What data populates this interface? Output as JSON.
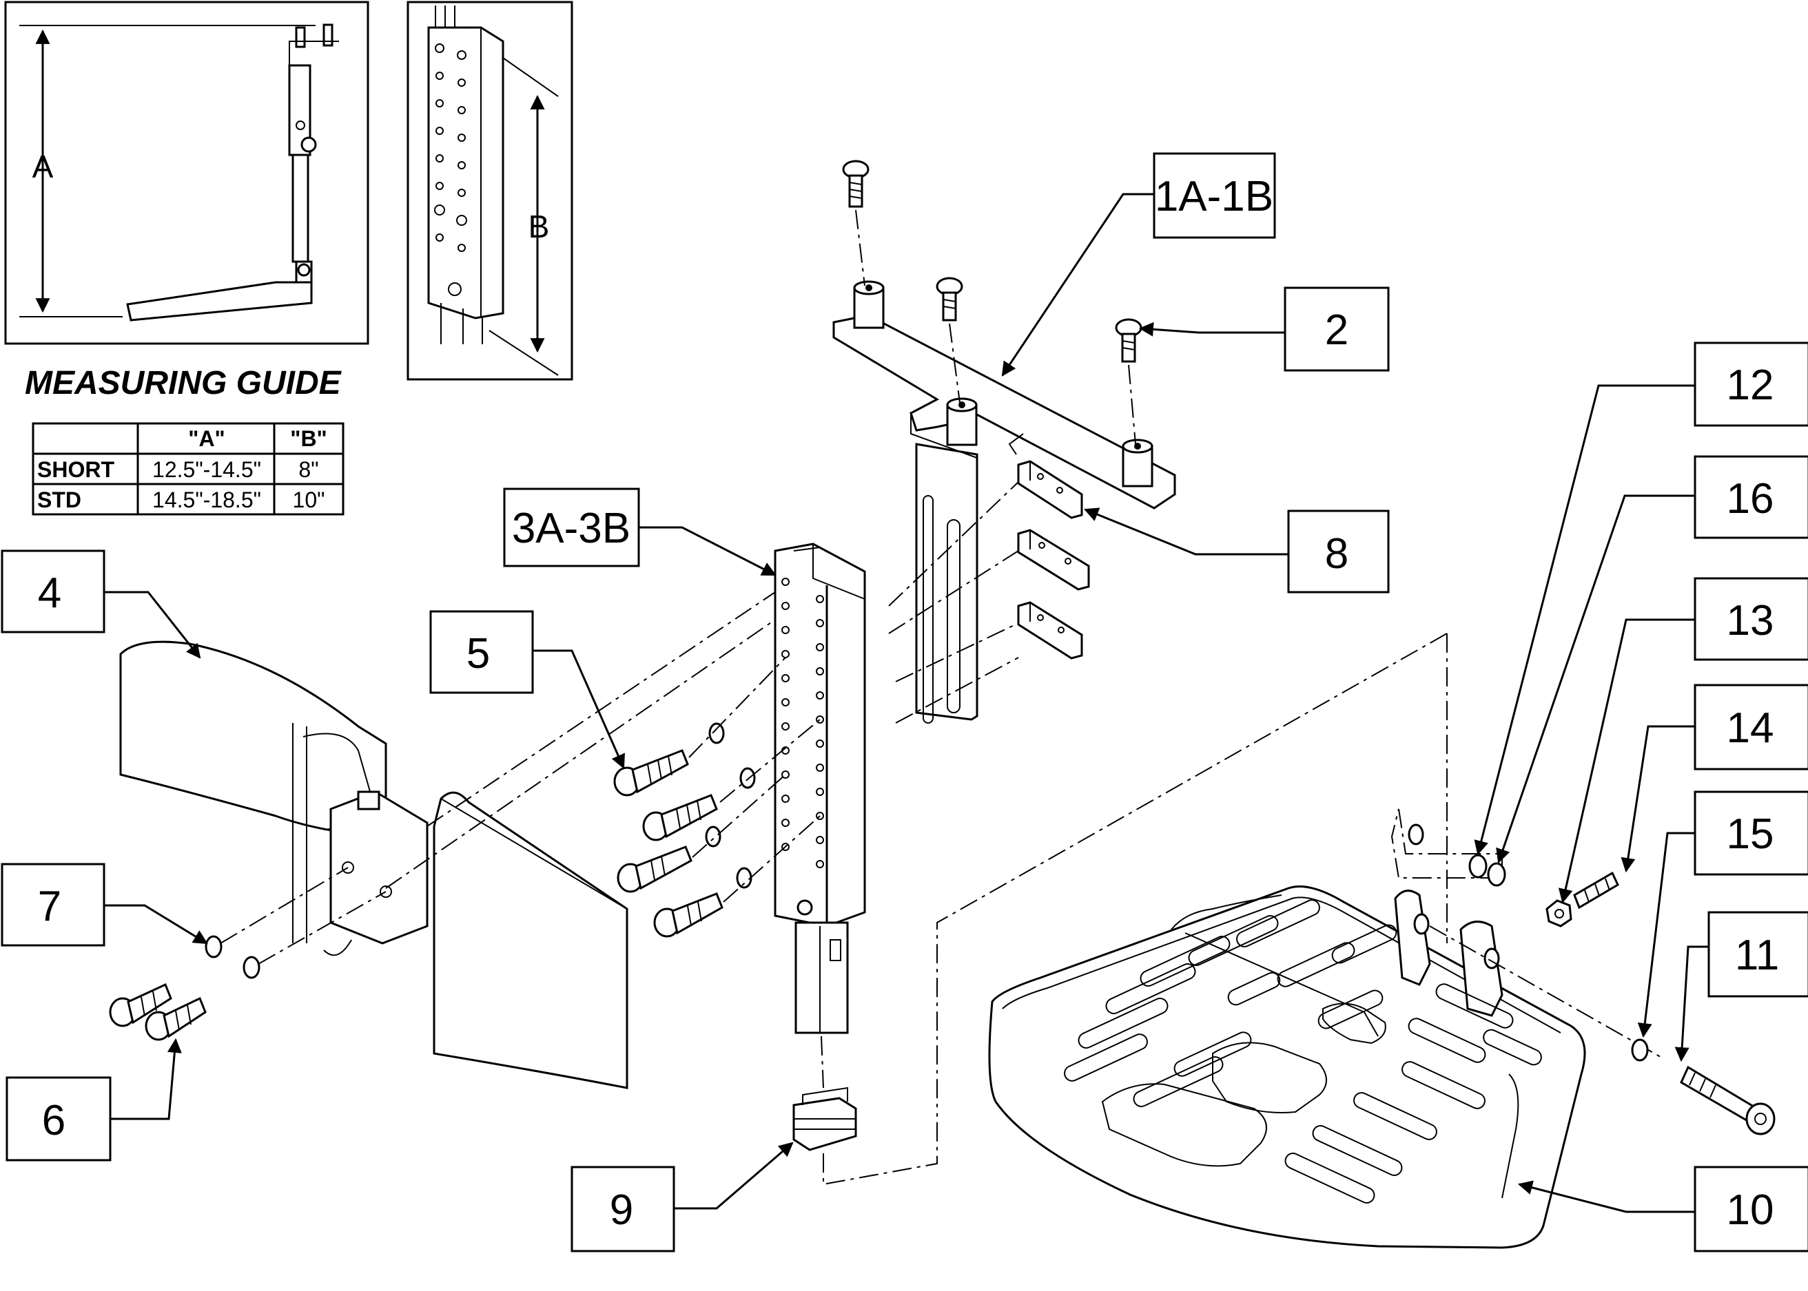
{
  "measuring_guide": {
    "title": "MEASURING GUIDE",
    "dim_a_label": "A",
    "dim_b_label": "B",
    "table": {
      "headers": [
        "",
        "\"A\"",
        "\"B\""
      ],
      "rows": [
        [
          "SHORT",
          "12.5\"-14.5\"",
          "8\""
        ],
        [
          "STD",
          "14.5\"-18.5\"",
          "10\""
        ]
      ]
    }
  },
  "callouts": {
    "c1": "1A-1B",
    "c2": "2",
    "c3": "3A-3B",
    "c4": "4",
    "c5": "5",
    "c6": "6",
    "c7": "7",
    "c8": "8",
    "c9": "9",
    "c10": "10",
    "c11": "11",
    "c12": "12",
    "c13": "13",
    "c14": "14",
    "c15": "15",
    "c16": "16"
  }
}
